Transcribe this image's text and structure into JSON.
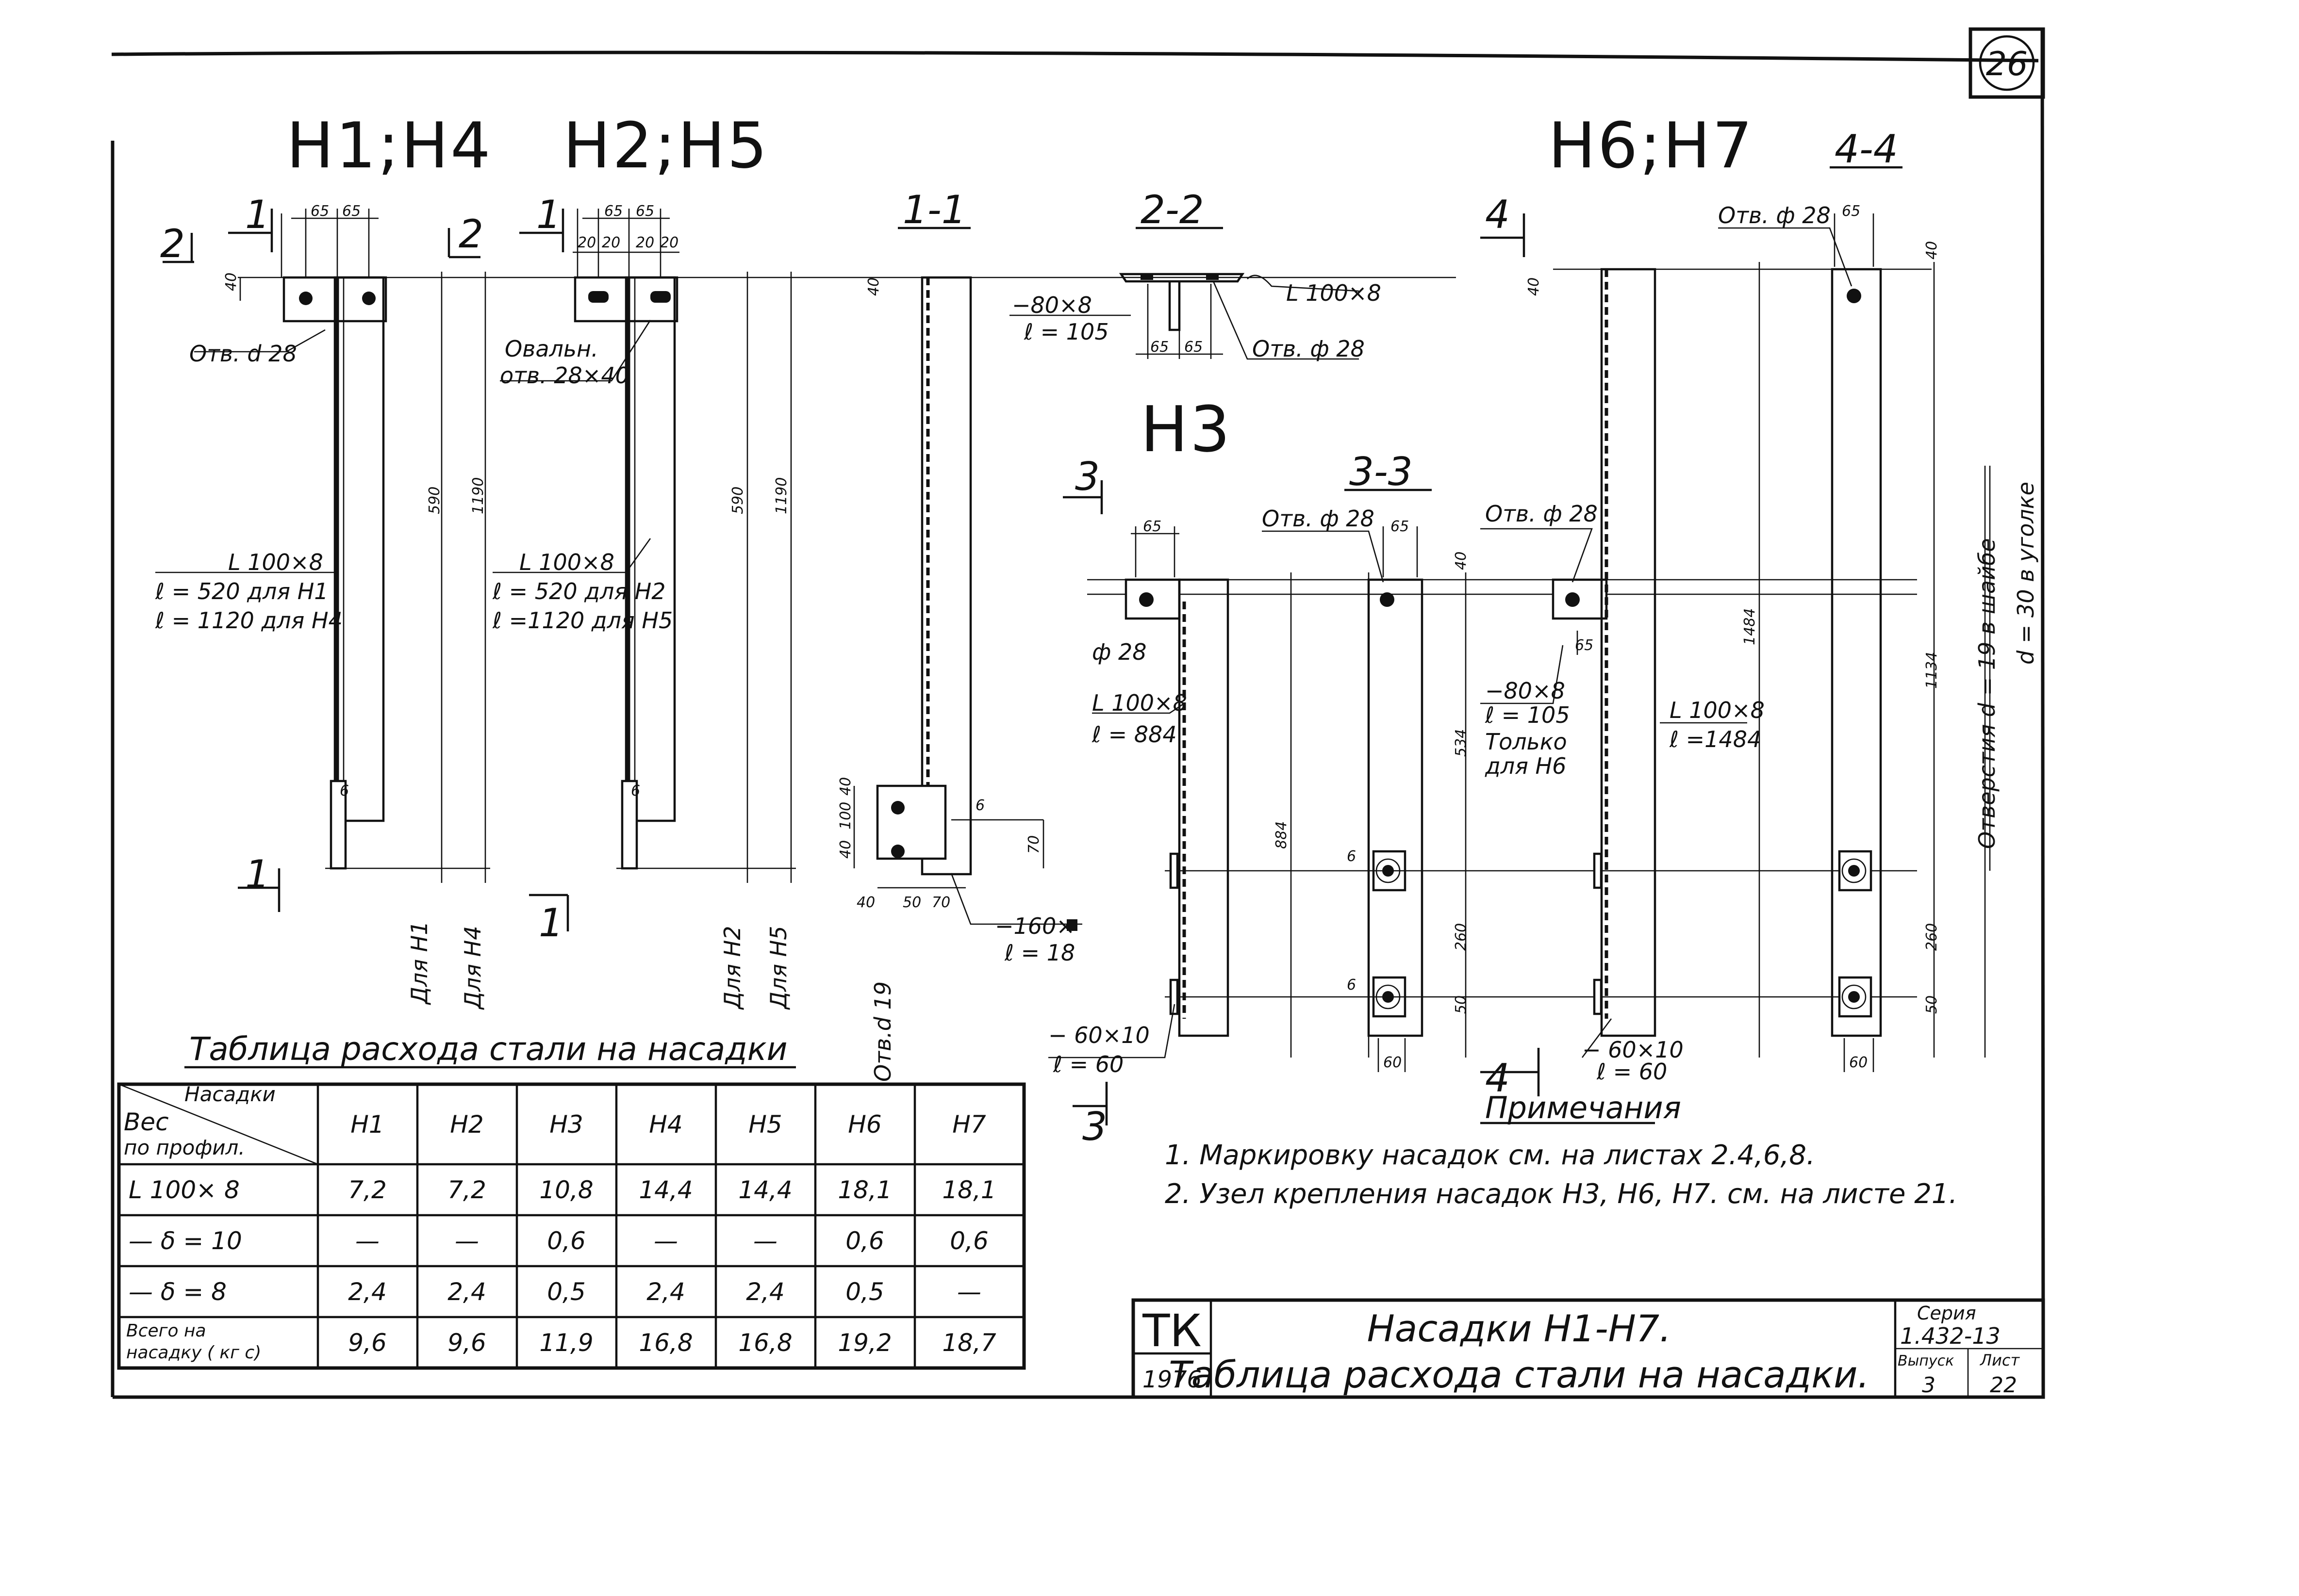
{
  "sheet": {
    "sheet_badge": "26"
  },
  "titles": {
    "h1h4": "Н1;Н4",
    "h2h5": "Н2;Н5",
    "h3": "Н3",
    "h6h7": "Н6;Н7"
  },
  "sections": {
    "s11": "1-1",
    "s22": "2-2",
    "s33": "3-3",
    "s44": "4-4"
  },
  "cut_marks": {
    "m1": "1",
    "m2": "2",
    "m3": "3",
    "m4": "4"
  },
  "callouts": {
    "otv_d28": "Отв. d 28",
    "oval": "Овальн.",
    "oval_size": "отв. 28×40",
    "angle": "L 100×8",
    "h1_len": "ℓ = 520 для Н1",
    "h4_len": "ℓ = 1120 для Н4",
    "h2_len": "ℓ = 520 для Н2",
    "h5_len": "ℓ =1120 для Н5",
    "plate_80x8": "−80×8",
    "plate_l105": "ℓ = 105",
    "otv_phi28": "Отв. ф 28",
    "plate_160": "−160×",
    "plate_l18": "ℓ = 18",
    "otv_d19": "Отв.d 19",
    "for_h1": "Для Н1",
    "for_h4": "Для Н4",
    "for_h2": "Для Н2",
    "for_h5": "Для Н5",
    "phi28": "ф 28",
    "angle_884": "ℓ = 884",
    "only": "Только",
    "for_h6": "для Н6",
    "angle_1484": "ℓ =1484",
    "plate_60x10": "− 60×10",
    "plate_l60": "ℓ = 60",
    "holes_v1": "Отверстия  d = 19 в шайбе",
    "holes_v2": "d = 30 в уголке"
  },
  "dims": {
    "d65": "65",
    "d20": "20",
    "d40": "40",
    "d590": "590",
    "d1190": "1190",
    "d6": "6",
    "d100": "100",
    "d70": "70",
    "d50": "50",
    "d534": "534",
    "d884": "884",
    "d1484": "1484",
    "d1134": "1134",
    "d260": "260",
    "d60": "60"
  },
  "table": {
    "title": "Таблица  расхода  стали  на  насадки",
    "corner_top": "Насадки",
    "corner_mid": "Вес",
    "corner_bot": "по профил.",
    "columns": [
      "Н1",
      "Н2",
      "Н3",
      "Н4",
      "Н5",
      "Н6",
      "Н7"
    ],
    "rows": [
      {
        "label": "L 100× 8",
        "values": [
          "7,2",
          "7,2",
          "10,8",
          "14,4",
          "14,4",
          "18,1",
          "18,1"
        ]
      },
      {
        "label": "— δ = 10",
        "values": [
          "—",
          "—",
          "0,6",
          "—",
          "—",
          "0,6",
          "0,6"
        ]
      },
      {
        "label": "— δ = 8",
        "values": [
          "2,4",
          "2,4",
          "0,5",
          "2,4",
          "2,4",
          "0,5",
          "—"
        ]
      },
      {
        "label_a": "Всего     на",
        "label_b": "насадку ( кг с)",
        "values": [
          "9,6",
          "9,6",
          "11,9",
          "16,8",
          "16,8",
          "19,2",
          "18,7"
        ]
      }
    ]
  },
  "notes": {
    "title": "Примечания",
    "items": [
      "1.  Маркировку   насадок   см.   на   листах  2.4,6,8.",
      "2.  Узел   крепления   насадок   Н3,  Н6,  Н7.  см.  на  листе  21."
    ]
  },
  "title_block": {
    "org": "ТК",
    "year": "1976",
    "name_line1": "Насадки  Н1-Н7.",
    "name_line2": "Таблица  расхода  стали  на  насадки.",
    "series_label": "Серия",
    "series_value": "1.432-13",
    "issue_label": "Выпуск",
    "issue_value": "3",
    "sheet_label": "Лист",
    "sheet_value": "22"
  }
}
